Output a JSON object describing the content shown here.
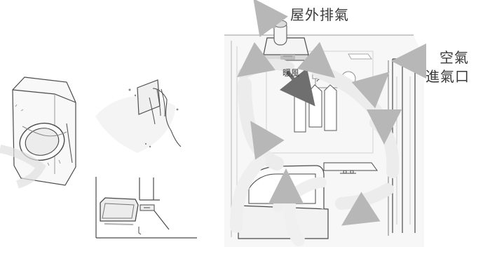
{
  "labels": {
    "outdoor_exhaust": "屋外排氣",
    "warm_air": "暖風",
    "air_intake_line1": "空氣",
    "air_intake_line2": "進氣口"
  },
  "colors": {
    "line": "#4a4a4a",
    "light_line": "#9a9a9a",
    "arrow": "#b8b8b8",
    "warm_arrow": "#7d7d7d",
    "airflow": "#eeeeee",
    "text": "#3a3a3a"
  }
}
